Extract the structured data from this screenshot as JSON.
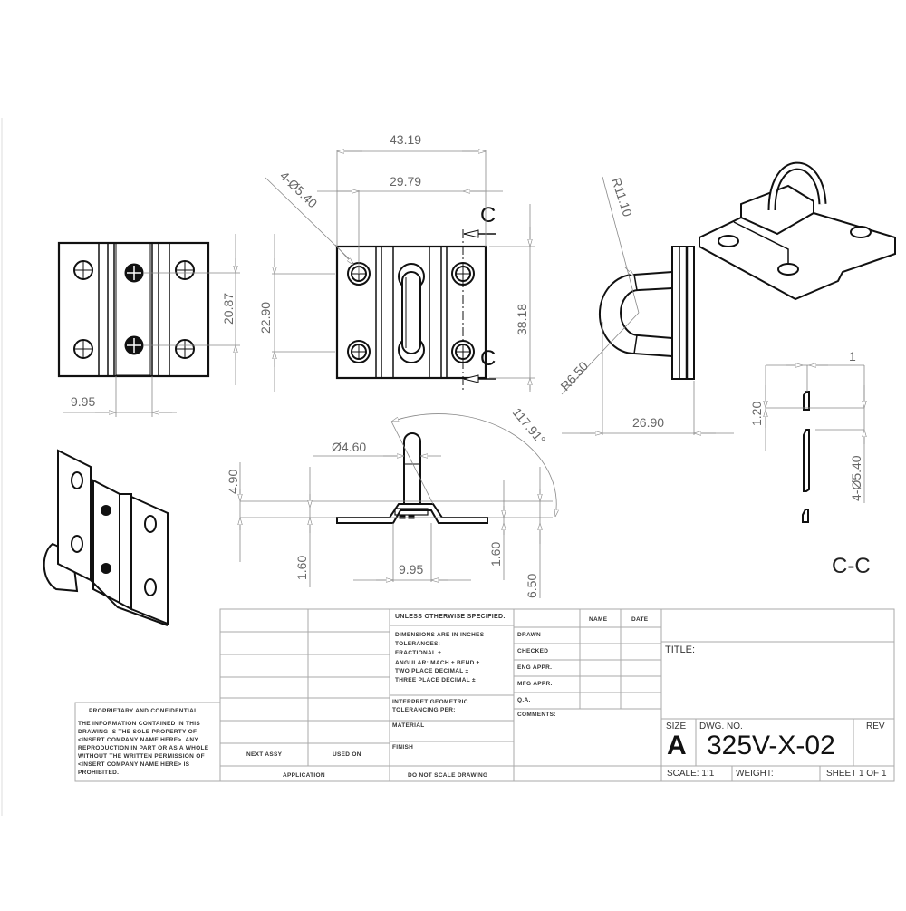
{
  "drawing": {
    "dimensions": {
      "front_view_left": {
        "height": "20.87",
        "width": "9.95"
      },
      "front_view_center": {
        "overall_width": "43.19",
        "hole_spacing_x": "29.79",
        "hole_spacing_y": "22.90",
        "height": "38.18",
        "hole_callout": "4-Ø5.40"
      },
      "side_view": {
        "outer_radius": "R11.10",
        "inner_radius": "R6.50",
        "depth": "26.90"
      },
      "bottom_view": {
        "rod_diameter": "Ø4.60",
        "angle": "117.91°",
        "left_height": "4.90",
        "left_thickness": "1.60",
        "center_width": "9.95",
        "right_thickness": "1.60",
        "right_height": "6.50"
      },
      "section_cc": {
        "width": "1",
        "thickness": "1.20",
        "hole_callout": "4-Ø5.40"
      }
    },
    "section_marker": "C",
    "section_label": "C-C"
  },
  "title_block": {
    "revision_table": {
      "rows": [
        "",
        "",
        "",
        "",
        "",
        ""
      ],
      "next_assy": "NEXT ASSY",
      "used_on": "USED ON",
      "application": "APPLICATION"
    },
    "tolerances": {
      "header": "UNLESS OTHERWISE SPECIFIED:",
      "lines": [
        "DIMENSIONS ARE IN INCHES",
        "TOLERANCES:",
        "FRACTIONAL ±",
        "ANGULAR: MACH ±    BEND ±",
        "TWO PLACE DECIMAL    ±",
        "THREE PLACE DECIMAL  ±"
      ],
      "interpret": [
        "INTERPRET GEOMETRIC",
        "TOLERANCING PER:"
      ],
      "material": "MATERIAL",
      "finish": "FINISH",
      "do_not_scale": "DO NOT SCALE DRAWING"
    },
    "approvals": {
      "col_name": "NAME",
      "col_date": "DATE",
      "rows": [
        "DRAWN",
        "CHECKED",
        "ENG APPR.",
        "MFG APPR.",
        "Q.A."
      ],
      "comments": "COMMENTS:"
    },
    "title_label": "TITLE:",
    "title_value": "",
    "size_label": "SIZE",
    "size_value": "A",
    "dwg_no_label": "DWG.  NO.",
    "dwg_no_value": "325V-X-02",
    "rev_label": "REV",
    "rev_value": "",
    "scale": "SCALE: 1:1",
    "weight": "WEIGHT:",
    "sheet": "SHEET 1 OF 1"
  },
  "proprietary": {
    "header": "PROPRIETARY AND CONFIDENTIAL",
    "lines": [
      "THE INFORMATION CONTAINED IN THIS",
      "DRAWING IS THE SOLE PROPERTY OF",
      "<INSERT COMPANY NAME HERE>.  ANY",
      "REPRODUCTION IN PART OR AS A WHOLE",
      "WITHOUT THE WRITTEN PERMISSION OF",
      "<INSERT COMPANY NAME HERE> IS",
      "PROHIBITED."
    ]
  }
}
